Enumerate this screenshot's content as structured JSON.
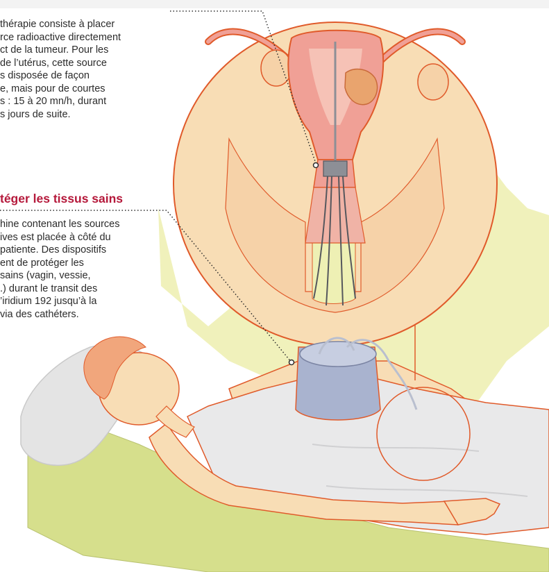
{
  "diagram": {
    "intro_lines": [
      "thérapie consiste à placer",
      "rce radioactive directement",
      "ct de la tumeur. Pour les",
      "de l’utérus, cette source",
      "s disposée de façon",
      "e, mais pour de courtes",
      "s : 15 à 20 mn/h, durant",
      "s jours de suite."
    ],
    "section_heading": "téger les tissus sains",
    "protect_lines": [
      "hine contenant les sources",
      "ives est placée à côté du",
      "patiente. Des dispositifs",
      "ent de protéger les",
      "sains (vagin, vessie,",
      ".) durant le transit des",
      "’iridium 192 jusqu’à la",
      "via des cathéters."
    ]
  },
  "colors": {
    "heading": "#b5193b",
    "outline": "#e05a2a",
    "skin": "#f8ddb5",
    "skin_dark": "#f2c493",
    "tissue": "#f0a096",
    "background_wash": "#eef0b4",
    "machine": "#a9b3cf",
    "sheet": "#e6e6e6"
  }
}
